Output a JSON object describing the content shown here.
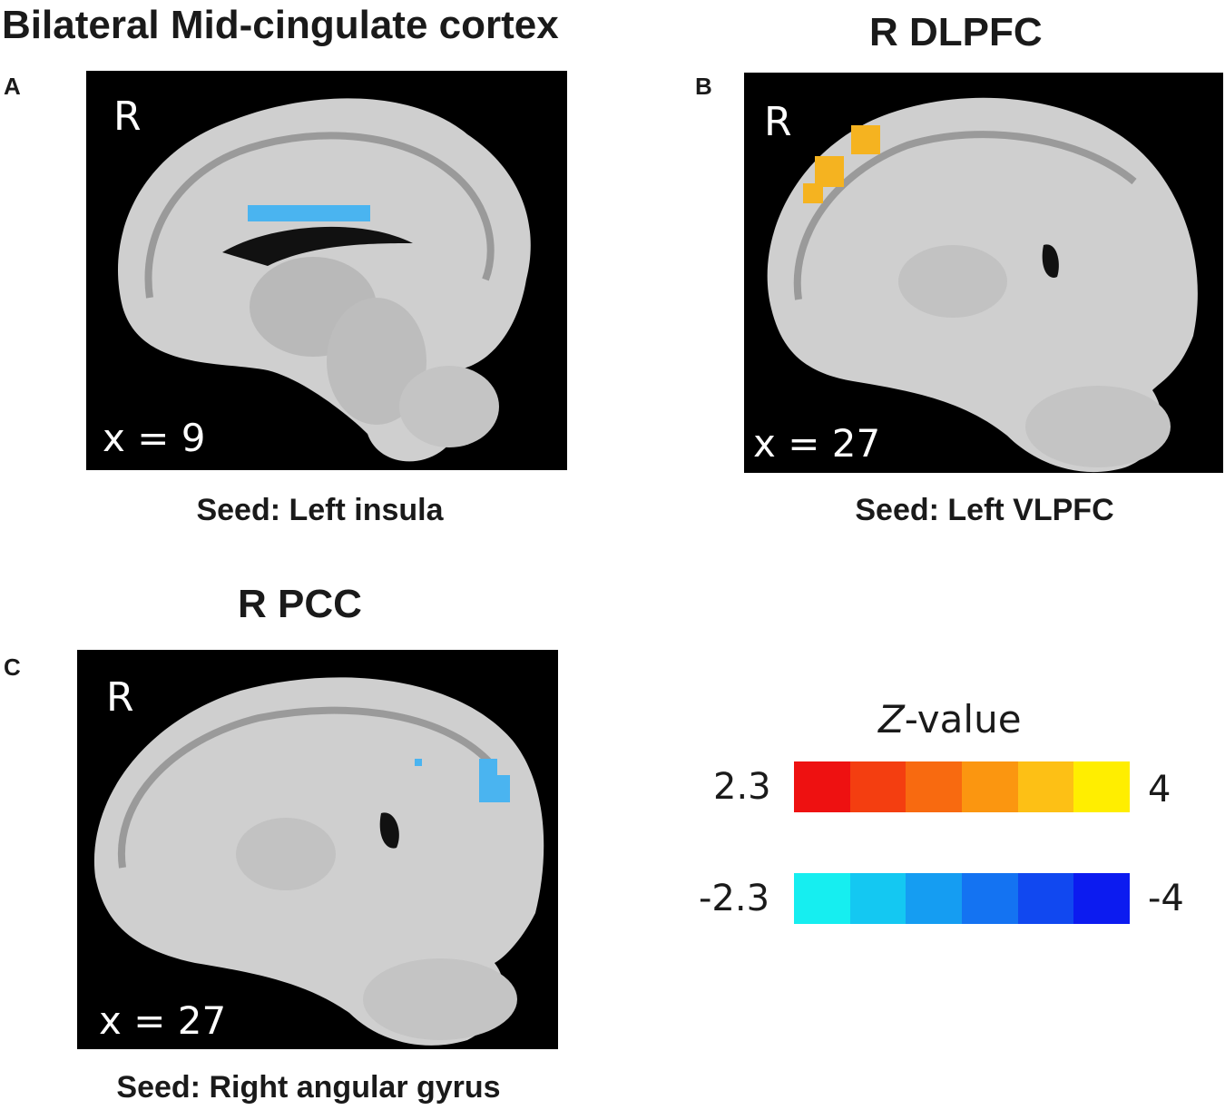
{
  "panels": [
    {
      "letter": "A",
      "title": "Bilateral Mid-cingulate cortex",
      "orientation": "R",
      "slice": "x = 9",
      "seed": "Seed: Left insula"
    },
    {
      "letter": "B",
      "title": "R DLPFC",
      "orientation": "R",
      "slice": "x = 27",
      "seed": "Seed: Left VLPFC"
    },
    {
      "letter": "C",
      "title": "R PCC",
      "orientation": "R",
      "slice": "x = 27",
      "seed": "Seed: Right angular gyrus"
    }
  ],
  "legend": {
    "title_italic": "Z",
    "title_rest": "-value",
    "positive": {
      "min_label": "2.3",
      "max_label": "4",
      "colors": [
        "#ee1111",
        "#f43e10",
        "#f86a10",
        "#fb9610",
        "#fdc015",
        "#ffee00"
      ]
    },
    "negative": {
      "min_label": "-2.3",
      "max_label": "-4",
      "colors": [
        "#16eef0",
        "#14c8f2",
        "#159df2",
        "#1473f2",
        "#1148f0",
        "#0c1bf0"
      ]
    }
  },
  "activation_colors": {
    "positive": "#f5b320",
    "negative": "#4ab4f0"
  }
}
